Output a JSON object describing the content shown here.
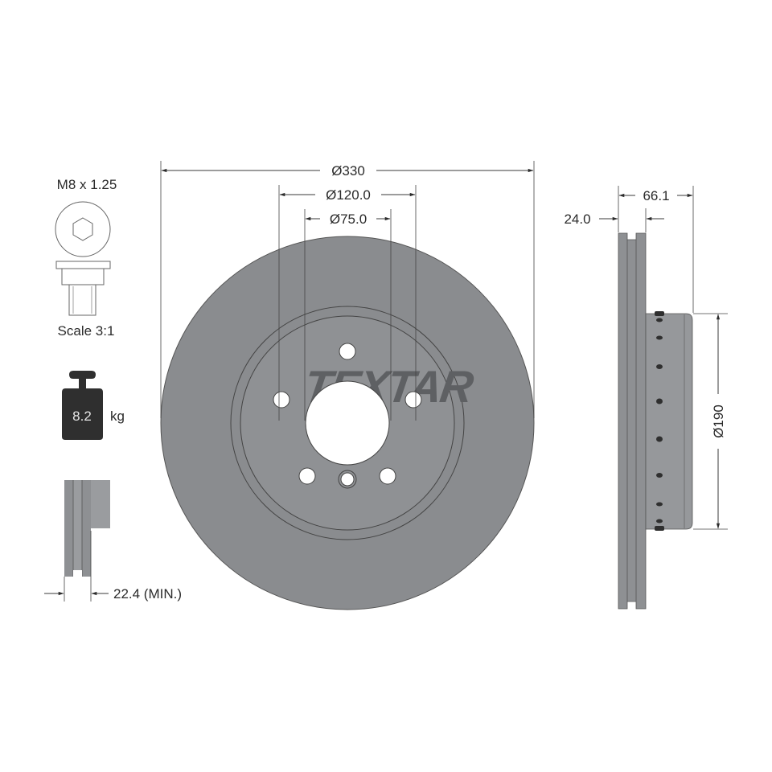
{
  "brand": "TEXTAR",
  "colors": {
    "disc_fill": "#8a8c8f",
    "disc_inner": "#8f9194",
    "side_fill": "#8e9093",
    "hat_fill": "#96989b",
    "weight_fill": "#2f2f2f",
    "line": "#3a3a3a",
    "background": "#ffffff"
  },
  "bolt": {
    "thread_label": "M8 x 1.25",
    "scale_label": "Scale 3:1",
    "icon": "hex-socket-bolt-icon"
  },
  "weight": {
    "value": "8.2",
    "unit": "kg",
    "icon": "weight-icon"
  },
  "min_thickness": {
    "label": "22.4 (MIN.)",
    "icon": "disc-section-icon"
  },
  "front_view": {
    "outer_diameter": "Ø330",
    "pcd": "Ø120.0",
    "center_bore": "Ø75.0",
    "bolt_holes": 5,
    "logo": "TEXTAR"
  },
  "side_view": {
    "total_height": "66.1",
    "thickness": "24.0",
    "hat_diameter": "Ø190"
  }
}
